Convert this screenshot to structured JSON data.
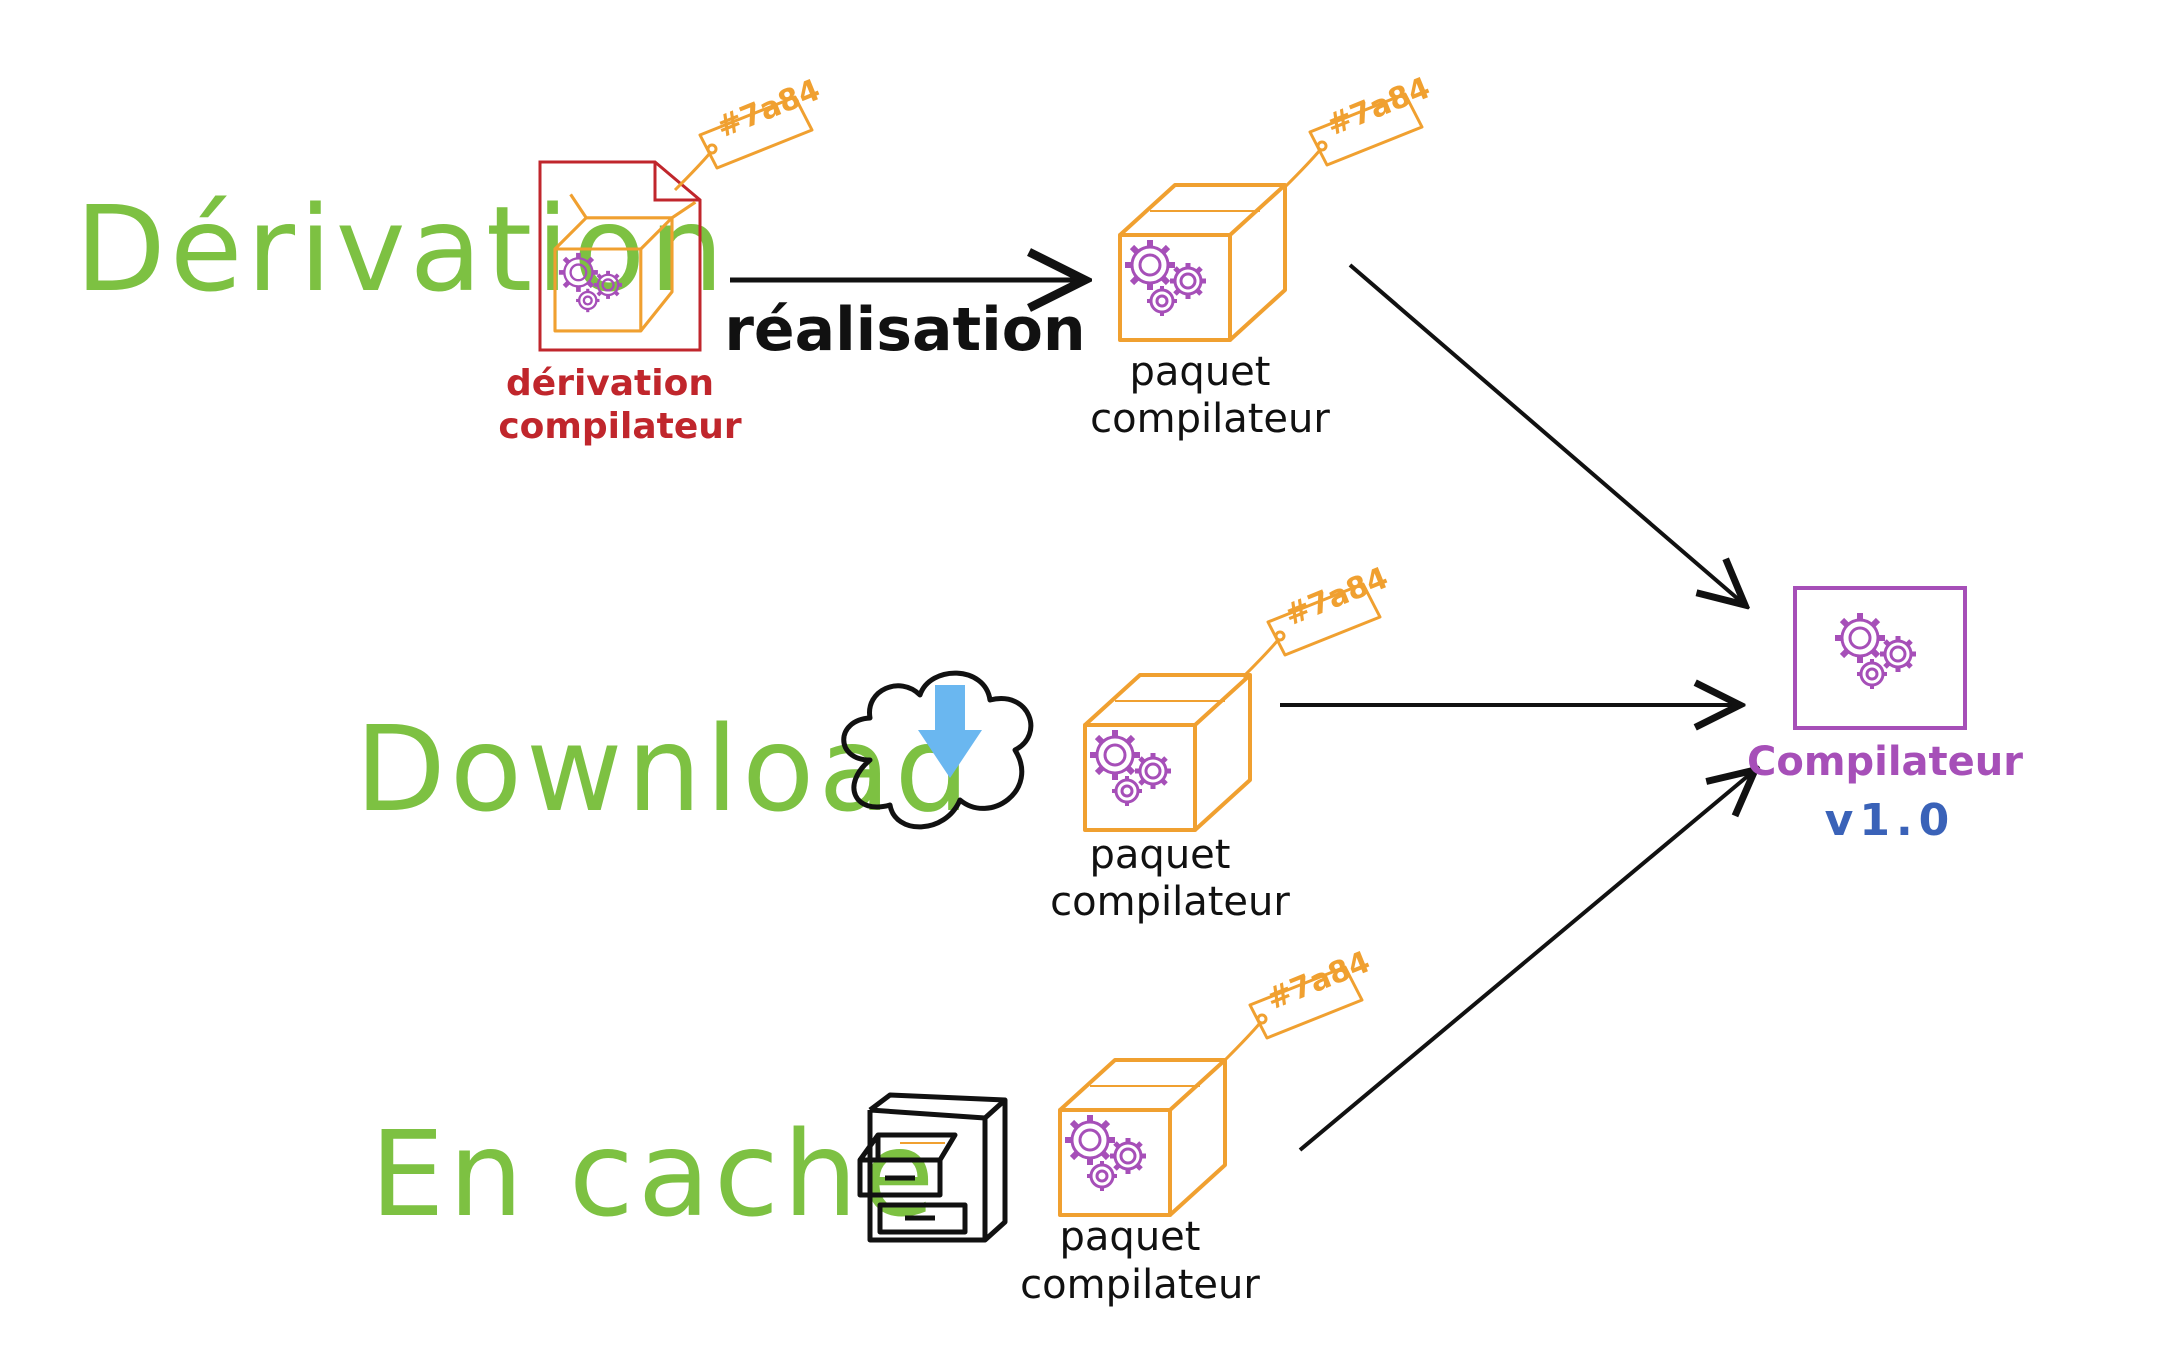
{
  "rows": {
    "derivation": "Dérivation",
    "download": "Download",
    "cache": "En cache"
  },
  "derivation_doc": {
    "caption_line1": "dérivation",
    "caption_line2": "compilateur",
    "hash": "#7a84"
  },
  "realisation_label": "réalisation",
  "packages": {
    "top": {
      "caption_line1": "paquet",
      "caption_line2": "compilateur",
      "hash": "#7a84"
    },
    "middle": {
      "caption_line1": "paquet",
      "caption_line2": "compilateur",
      "hash": "#7a84"
    },
    "bottom": {
      "caption_line1": "paquet",
      "caption_line2": "compilateur",
      "hash": "#7a84"
    }
  },
  "compiler": {
    "label": "Compilateur",
    "version": "v1.0"
  },
  "icons": {
    "box": "package-box-icon",
    "gears": "gears-icon",
    "cloud": "cloud-download-icon",
    "cabinet": "filing-cabinet-icon",
    "tag": "hash-tag-icon"
  },
  "colors": {
    "label_green": "#7dc142",
    "box_orange": "#f0a030",
    "gear_purple": "#a64fb8",
    "derivation_red": "#c0262c",
    "version_blue": "#3a62b8",
    "download_blue": "#6ab7f0"
  }
}
